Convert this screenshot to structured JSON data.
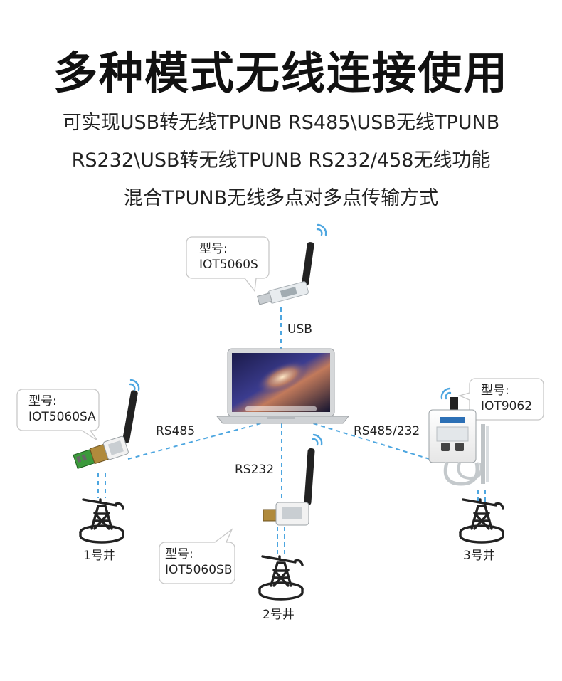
{
  "title": "多种模式无线连接使用",
  "subtitle_lines": [
    "可实现USB转无线TPUNB RS485\\USB无线TPUNB",
    "RS232\\USB转无线TPUNB RS232/458无线功能",
    "混合TPUNB无线多点对多点传输方式"
  ],
  "devices": {
    "top": {
      "model_label": "型号:",
      "model": "IOT5060S",
      "link": "USB"
    },
    "left": {
      "model_label": "型号:",
      "model": "IOT5060SA",
      "link": "RS485"
    },
    "bottom": {
      "model_label": "型号:",
      "model": "IOT5060SB",
      "link": "RS232"
    },
    "right": {
      "model_label": "型号:",
      "model": "IOT9062",
      "link": "RS485/232"
    }
  },
  "wells": [
    "1号井",
    "2号井",
    "3号井"
  ],
  "colors": {
    "link_line": "#4da6e0",
    "wave": "#4da6e0",
    "bubble_border": "#c8c8c8"
  }
}
